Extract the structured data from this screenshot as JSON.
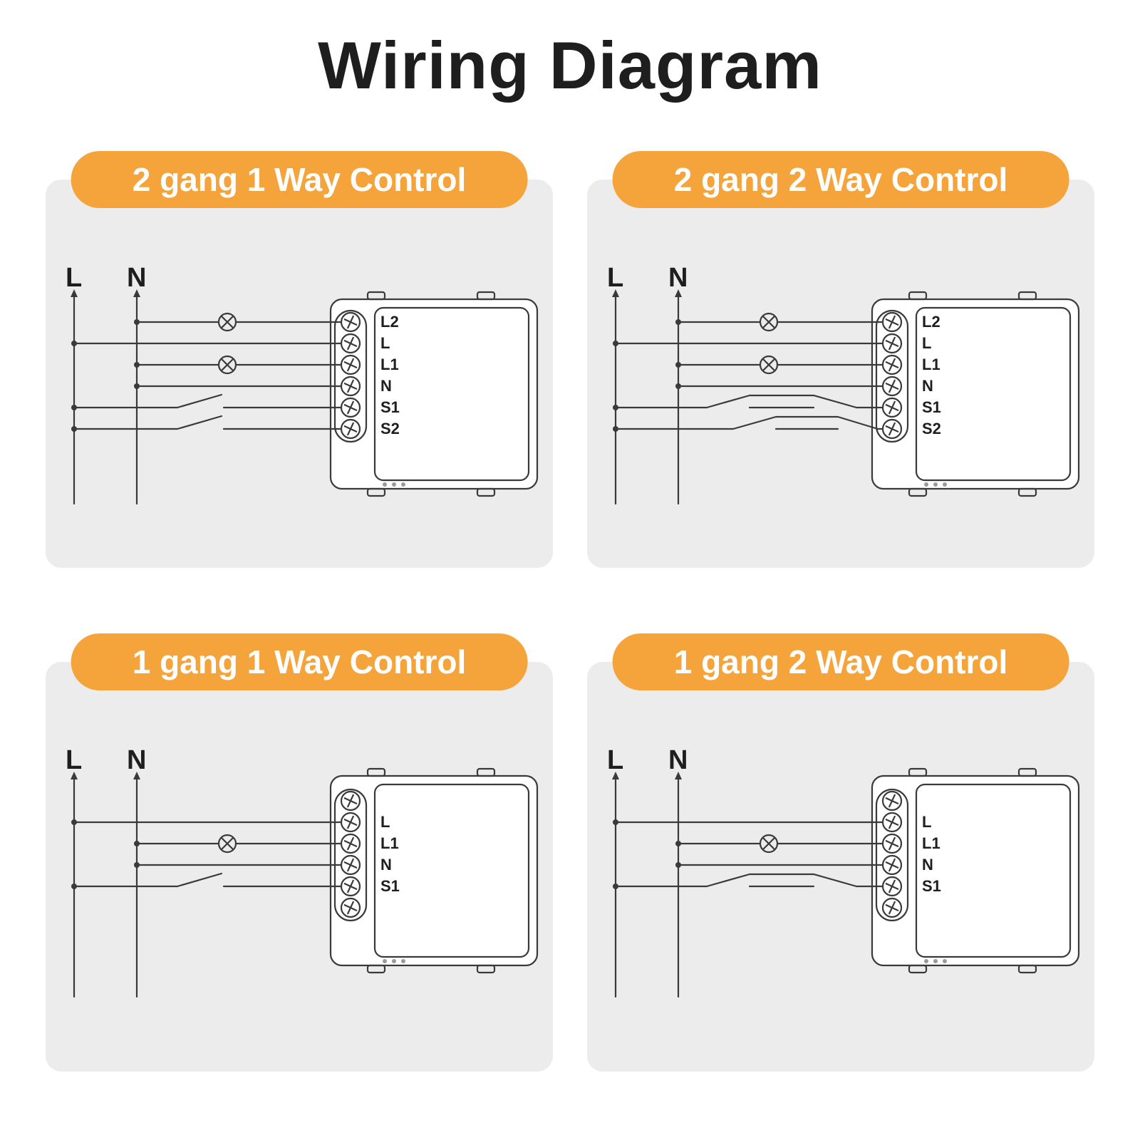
{
  "page": {
    "title": "Wiring Diagram"
  },
  "colors": {
    "badge_bg": "#F5A43C",
    "badge_text": "#FFFFFF",
    "panel_bg": "#ECECEC",
    "wire_line": "#3A3A3A",
    "title_text": "#1E1E1E"
  },
  "panels": [
    {
      "badge": "2 gang 1 Way Control",
      "labels": {
        "live": "L",
        "neutral": "N"
      },
      "terminals": [
        "L2",
        "L",
        "L1",
        "N",
        "S1",
        "S2"
      ],
      "lamp_count": 2,
      "switch_style": "1-way",
      "switched_terminals": [
        "S1",
        "S2"
      ]
    },
    {
      "badge": "2 gang 2 Way Control",
      "labels": {
        "live": "L",
        "neutral": "N"
      },
      "terminals": [
        "L2",
        "L",
        "L1",
        "N",
        "S1",
        "S2"
      ],
      "lamp_count": 2,
      "switch_style": "2-way",
      "switched_terminals": [
        "S1",
        "S2"
      ]
    },
    {
      "badge": "1 gang 1 Way Control",
      "labels": {
        "live": "L",
        "neutral": "N"
      },
      "terminals": [
        "L",
        "L1",
        "N",
        "S1"
      ],
      "lamp_count": 1,
      "switch_style": "1-way",
      "switched_terminals": [
        "S1"
      ]
    },
    {
      "badge": "1 gang 2 Way Control",
      "labels": {
        "live": "L",
        "neutral": "N"
      },
      "terminals": [
        "L",
        "L1",
        "N",
        "S1"
      ],
      "lamp_count": 1,
      "switch_style": "2-way",
      "switched_terminals": [
        "S1"
      ]
    }
  ]
}
